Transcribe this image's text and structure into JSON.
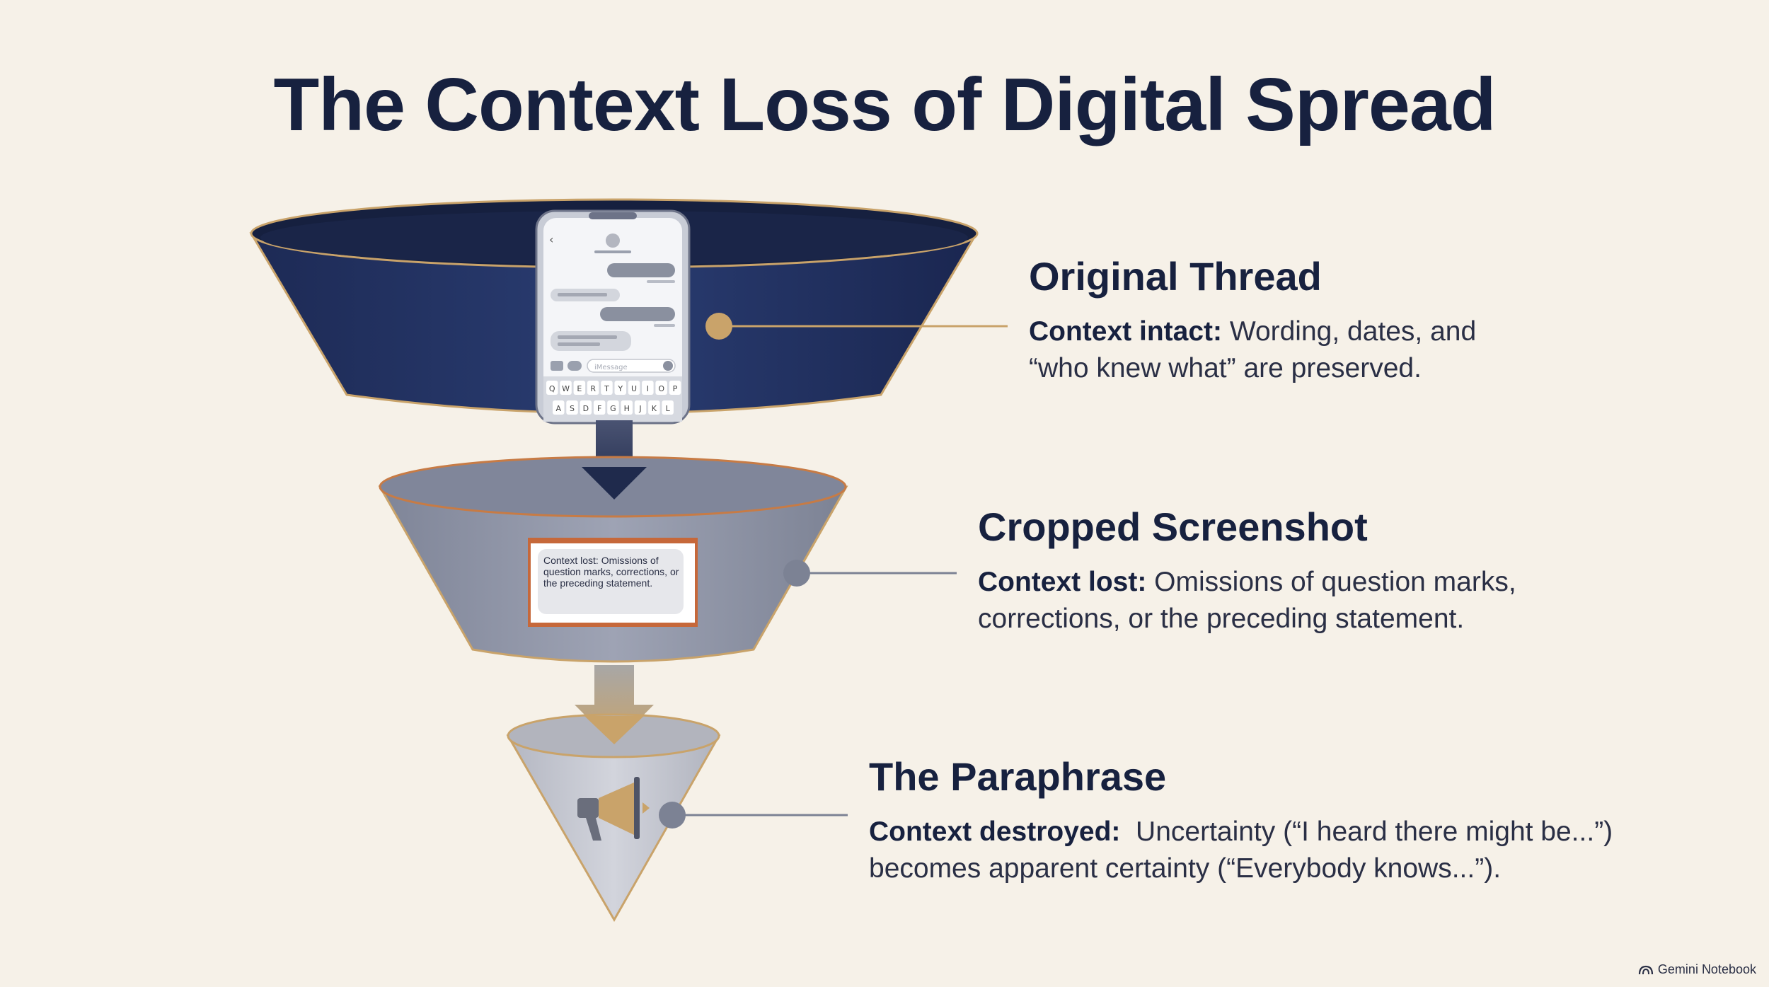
{
  "title": "The Context Loss of Digital Spread",
  "stages": [
    {
      "heading": "Original Thread",
      "desc_bold": "Context intact:",
      "desc_line1": " Wording, dates, and",
      "desc_line2": "“who knew what” are preserved."
    },
    {
      "heading": "Cropped Screenshot",
      "desc_bold": "Context lost:",
      "desc_line1": " Omissions of question marks,",
      "desc_line2": "corrections, or the preceding statement.",
      "card_text": "Context lost: Omissions of question marks, corrections, or the preceding statement."
    },
    {
      "heading": "The Paraphrase",
      "desc_bold": "Context destroyed:",
      "desc_line1": "  Uncertainty (“I heard there might be...”)",
      "desc_line2": "becomes apparent certainty (“Everybody knows...”)."
    }
  ],
  "keyboard_row1": "QWERTYUIOP",
  "keyboard_row2": "ASDFGHJKL",
  "phone_input_placeholder": "iMessage",
  "watermark": "Gemini Notebook",
  "colors": {
    "background": "#f6f1e8",
    "navy": "#1e2c58",
    "gray_funnel": "#8f95a8",
    "light_funnel": "#c4c6cf",
    "gold": "#c9a36a",
    "title": "#17213f"
  },
  "icons": [
    "phone-icon",
    "megaphone-icon",
    "arrow-down-icon",
    "gemini-logo-icon"
  ]
}
